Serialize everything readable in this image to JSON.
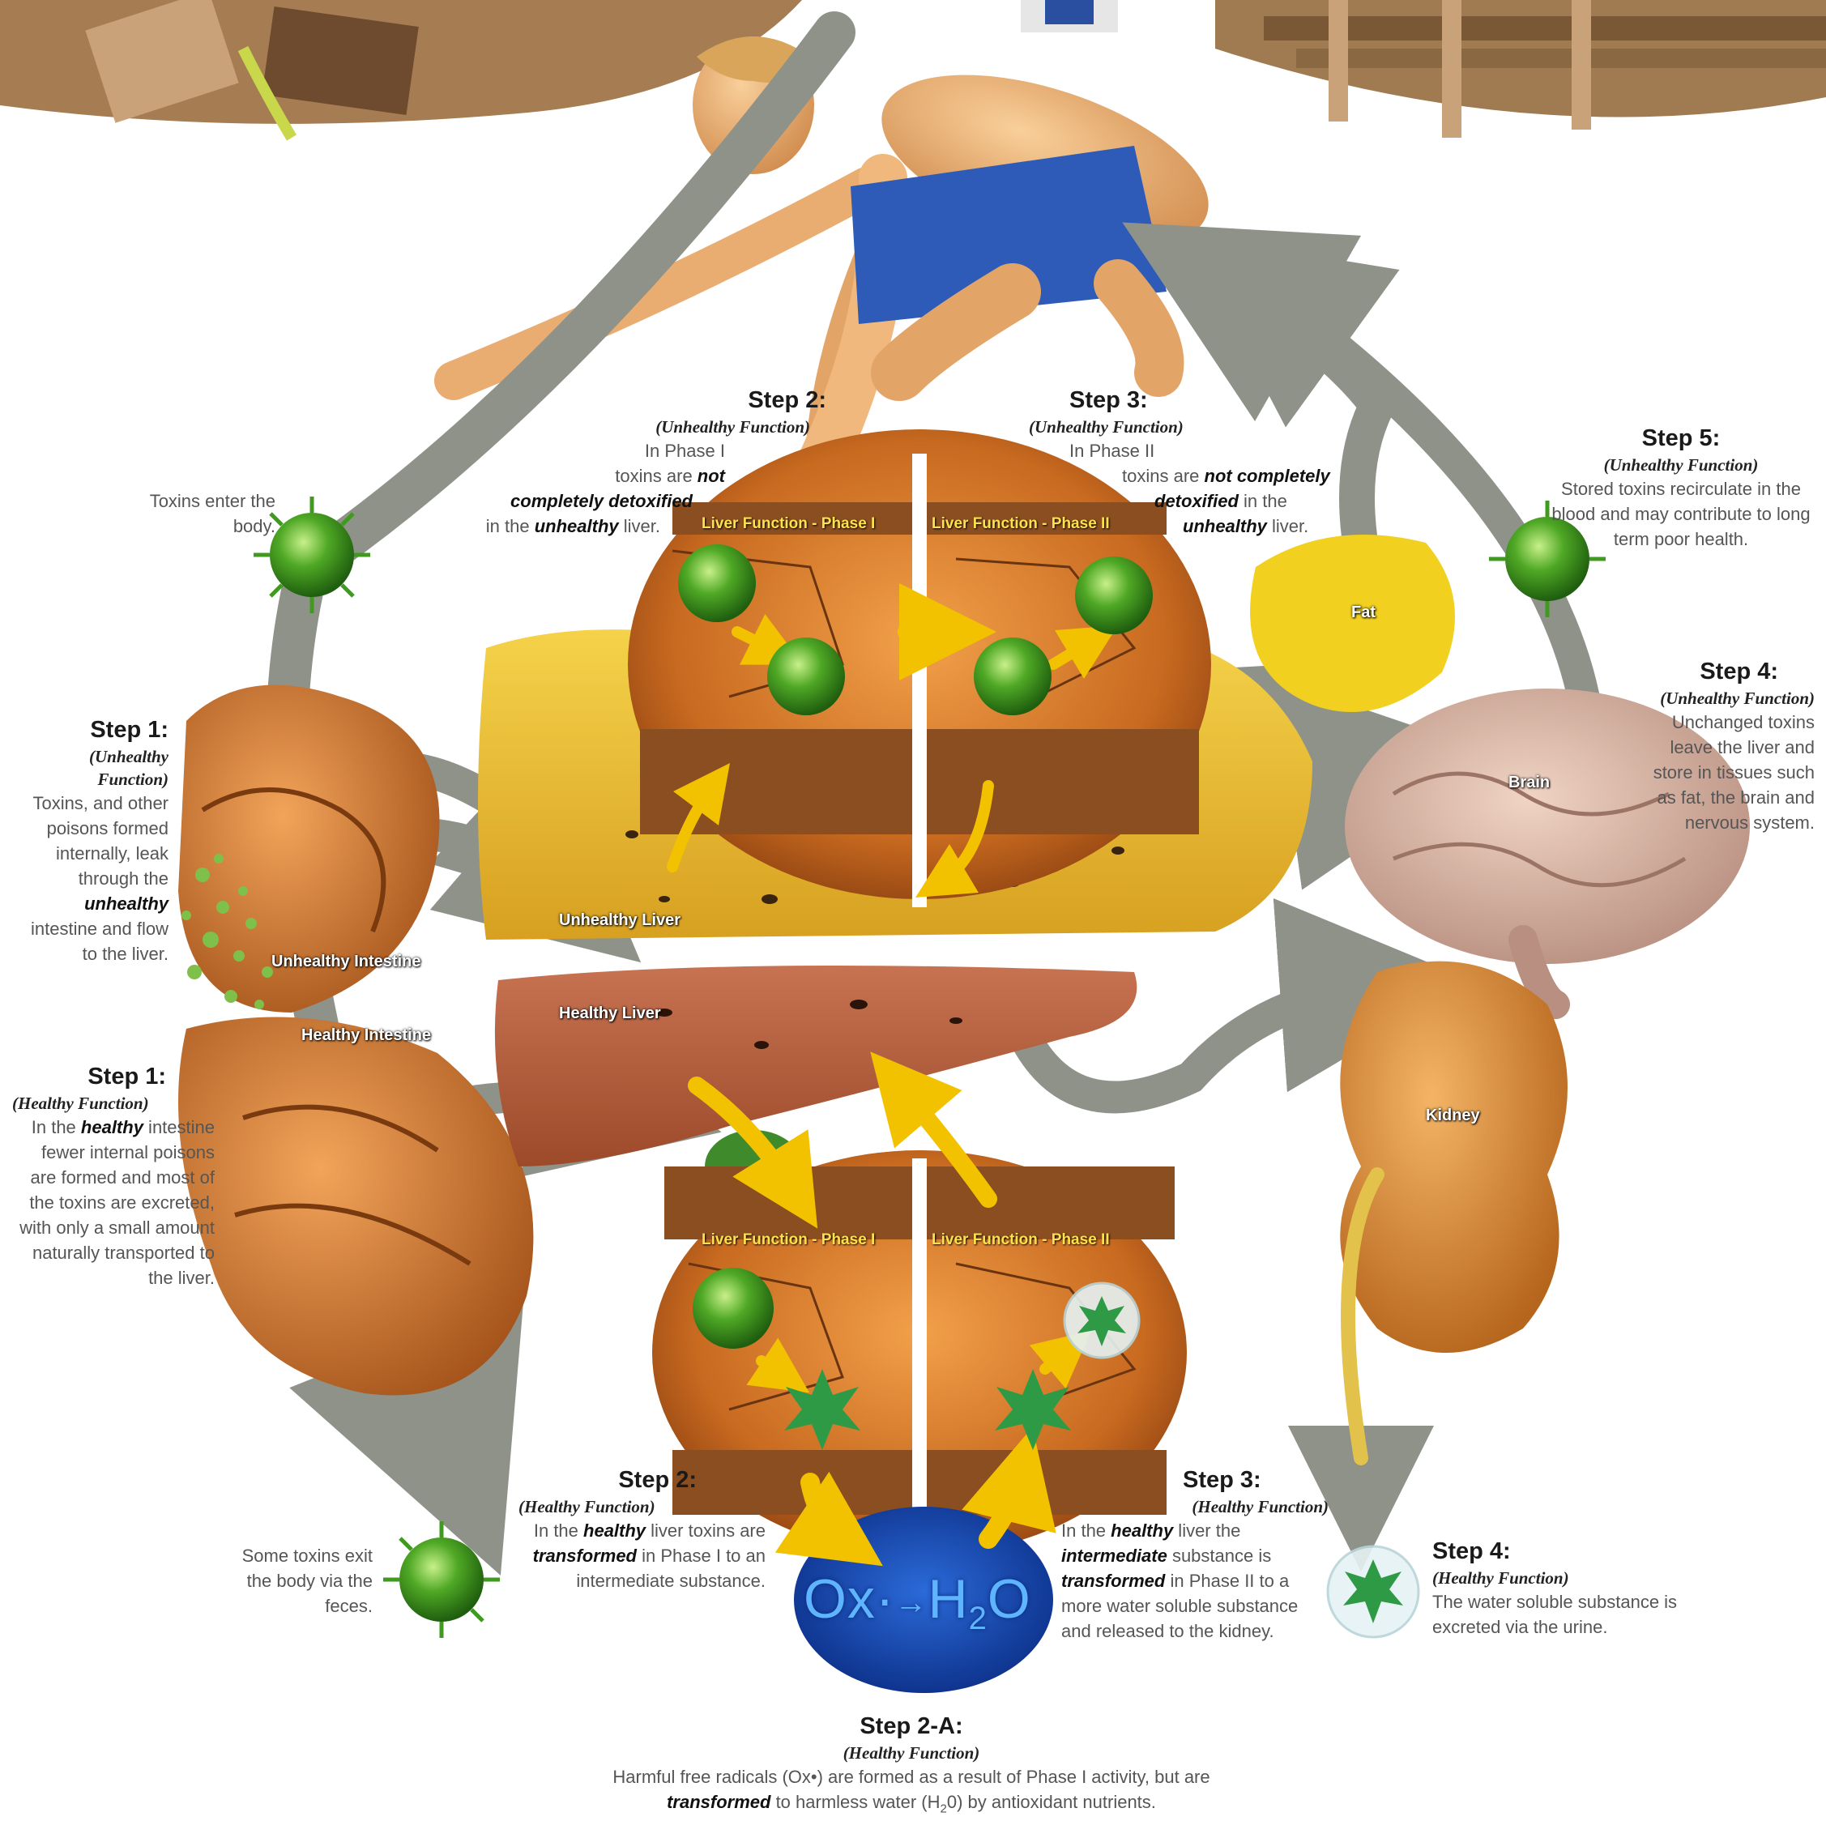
{
  "labels": {
    "toxins_enter": "Toxins enter the body.",
    "step2_unhealthy": {
      "title": "Step 2:",
      "subtitle": "(Unhealthy Function)",
      "line1": "In Phase I",
      "line2a": "toxins are ",
      "line2b": "not",
      "line3": "completely detoxified",
      "line4a": "in the ",
      "line4b": "unhealthy",
      "line4c": " liver."
    },
    "step3_unhealthy": {
      "title": "Step 3:",
      "subtitle": "(Unhealthy Function)",
      "line1": "In Phase II",
      "line2a": "toxins are ",
      "line2b": "not completely",
      "line3a": "detoxified",
      "line3b": " in the",
      "line4a": "unhealthy",
      "line4b": " liver."
    },
    "step5": {
      "title": "Step 5:",
      "subtitle": "(Unhealthy Function)",
      "text": "Stored toxins recirculate in the blood and may contribute to long term poor health."
    },
    "step1_unhealthy": {
      "title": "Step 1:",
      "subtitle": "(Unhealthy Function)",
      "text_a": "Toxins, and other poisons formed internally, leak through the ",
      "text_b": "unhealthy",
      "text_c": " intestine and flow to the liver."
    },
    "step4_unhealthy": {
      "title": "Step 4:",
      "subtitle": "(Unhealthy Function)",
      "text": "Unchanged toxins leave the liver and store in tissues such as fat, the brain and nervous system."
    },
    "step1_healthy": {
      "title": "Step 1:",
      "subtitle": "(Healthy Function)",
      "text_a": "In the ",
      "text_b": "healthy",
      "text_c": " intestine fewer internal poisons are formed and most of the toxins are excreted, with only a small amount naturally transported to the liver."
    },
    "some_toxins_exit": "Some toxins exit the body via the feces.",
    "step2_healthy": {
      "title": "Step 2:",
      "subtitle": "(Healthy Function)",
      "text_a": "In the ",
      "text_b": "healthy",
      "text_c": " liver toxins are ",
      "text_d": "transformed",
      "text_e": " in Phase I to an intermediate substance."
    },
    "step3_healthy": {
      "title": "Step 3:",
      "subtitle": "(Healthy Function)",
      "text_a": "In the ",
      "text_b": "healthy",
      "text_c": " liver the ",
      "text_d": "intermediate",
      "text_e": " substance is ",
      "text_f": "transformed",
      "text_g": " in Phase II to a more water soluble substance and released to the kidney."
    },
    "step4_healthy": {
      "title": "Step 4:",
      "subtitle": "(Healthy Function)",
      "text": "The water soluble substance is excreted via the urine."
    },
    "step2a": {
      "title": "Step 2-A:",
      "subtitle": "(Healthy Function)",
      "line1": "Harmful free radicals (Ox•) are formed as a result of Phase I activity, but are",
      "line2a": "transformed",
      "line2b": " to harmless water (H",
      "line2c": "2",
      "line2d": "0) by antioxidant nutrients."
    }
  },
  "organs": {
    "unhealthy_liver": "Unhealthy Liver",
    "unhealthy_intestine": "Unhealthy Intestine",
    "healthy_intestine": "Healthy Intestine",
    "healthy_liver": "Healthy Liver",
    "fat": "Fat",
    "brain": "Brain",
    "kidney": "Kidney"
  },
  "bands": {
    "top_phase1": "Liver Function - Phase I",
    "top_phase2": "Liver Function - Phase II",
    "bottom_phase1": "Liver Function - Phase I",
    "bottom_phase2": "Liver Function - Phase II"
  },
  "formula": {
    "ox": "Ox·",
    "arrow": "→",
    "h": "H",
    "sub": "2",
    "o": "O"
  },
  "colors": {
    "toxin_green": "#3f9a1f",
    "liver_unhealthy": "#e0a22a",
    "liver_healthy": "#b5603a",
    "arrow_gray": "#8e9289",
    "arrow_yellow": "#f2c200",
    "oxygen_blue": "#1d4fb8"
  }
}
